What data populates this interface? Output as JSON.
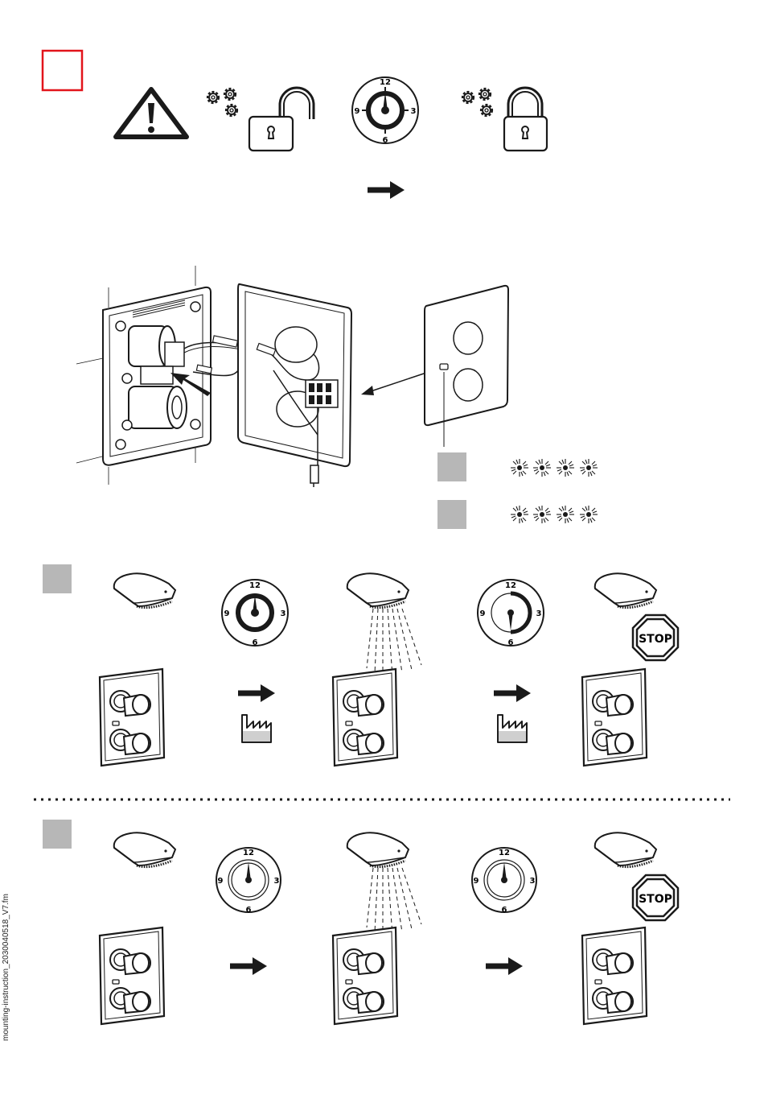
{
  "dial": {
    "n12": "12",
    "n3": "3",
    "n6": "6",
    "n9": "9"
  },
  "stop_sign": {
    "label": "STOP"
  },
  "footer": {
    "filename": "mounting-instruction_2030040518_V7.fm"
  },
  "colors": {
    "red": "#e2141b",
    "gray_box": "#b7b7b7",
    "line": "#1a1a1a"
  },
  "icons": [
    "warning-icon",
    "gears-icon",
    "padlock-open-icon",
    "padlock-closed-icon",
    "timer-dial-icon",
    "arrow-right-icon",
    "factory-icon",
    "stop-sign-icon",
    "led-flash-icon",
    "shower-head-icon"
  ]
}
